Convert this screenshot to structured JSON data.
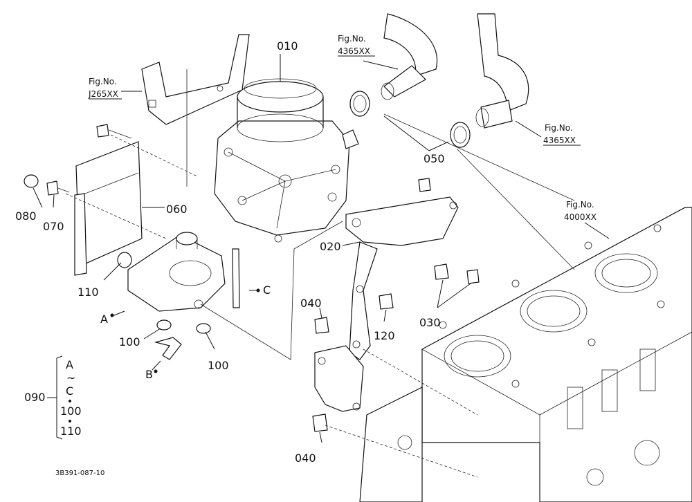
{
  "parts": {
    "p010": "010",
    "p020": "020",
    "p030": "030",
    "p040_top": "040",
    "p040_bottom": "040",
    "p050": "050",
    "p060": "060",
    "p070": "070",
    "p080": "080",
    "p100_left": "100",
    "p100_right": "100",
    "p110": "110",
    "p120": "120"
  },
  "refs": {
    "A": "A",
    "B": "B",
    "C": "C"
  },
  "figrefs": {
    "f1_line1": "Fig.No.",
    "f1_line2": "J265XX",
    "f2_line1": "Fig.No.",
    "f2_line2": "4365XX",
    "f3_line1": "Fig.No.",
    "f3_line2": "4365XX",
    "f4_line1": "Fig.No.",
    "f4_line2": "4000XX"
  },
  "kit": {
    "number": "090",
    "line1": "A",
    "line2": "~",
    "line3": "C",
    "line4": "100",
    "line5": "110"
  },
  "drawing_number": "3B391-087-10"
}
